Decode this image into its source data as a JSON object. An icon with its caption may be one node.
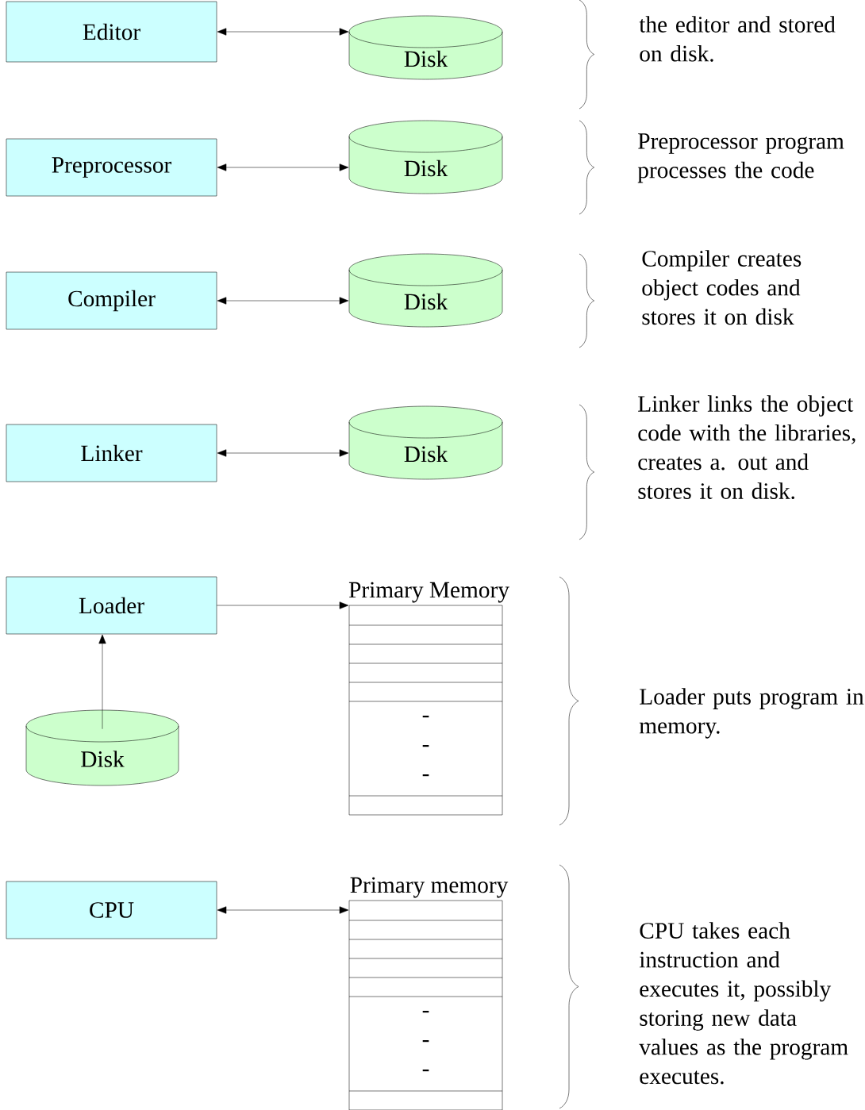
{
  "diagram": {
    "nodes": [
      {
        "text": [
          "Editor"
        ]
      },
      {
        "text": [
          "Disk"
        ]
      },
      {
        "text": [
          "Preprocessor"
        ]
      },
      {
        "text": [
          "Disk"
        ]
      },
      {
        "text": [
          "Compiler"
        ]
      },
      {
        "text": [
          "Disk"
        ]
      },
      {
        "text": [
          "Linker"
        ]
      },
      {
        "text": [
          "Disk"
        ]
      },
      {
        "text": [
          "Loader"
        ]
      },
      {
        "text": [
          "Primary Memory",
          "-",
          "-",
          "-"
        ]
      },
      {
        "text": [
          "Disk"
        ]
      },
      {
        "text": [
          "CPU"
        ]
      },
      {
        "text": [
          "Primary memory",
          "-",
          "-",
          "-"
        ]
      }
    ],
    "edges": [
      {
        "from": 0,
        "to": 1,
        "arrow": "both"
      },
      {
        "from": 2,
        "to": 3,
        "arrow": "both"
      },
      {
        "from": 4,
        "to": 5,
        "arrow": "both"
      },
      {
        "from": 6,
        "to": 7,
        "arrow": "both"
      },
      {
        "from": 8,
        "to": 9,
        "arrow": "to"
      },
      {
        "from": 10,
        "to": 8,
        "arrow": "to"
      },
      {
        "from": 11,
        "to": 12,
        "arrow": "both"
      }
    ],
    "labels": [
      "the editor and stored on disk.",
      "Preprocessor program processes the code",
      "Compiler creates object codes and stores it on disk",
      "Linker links the object code with the libraries, creates a. out and stores it on disk.",
      "Loader puts program in memory.",
      "CPU takes each instruction and executes it, possibly storing new data values as the program executes."
    ]
  }
}
